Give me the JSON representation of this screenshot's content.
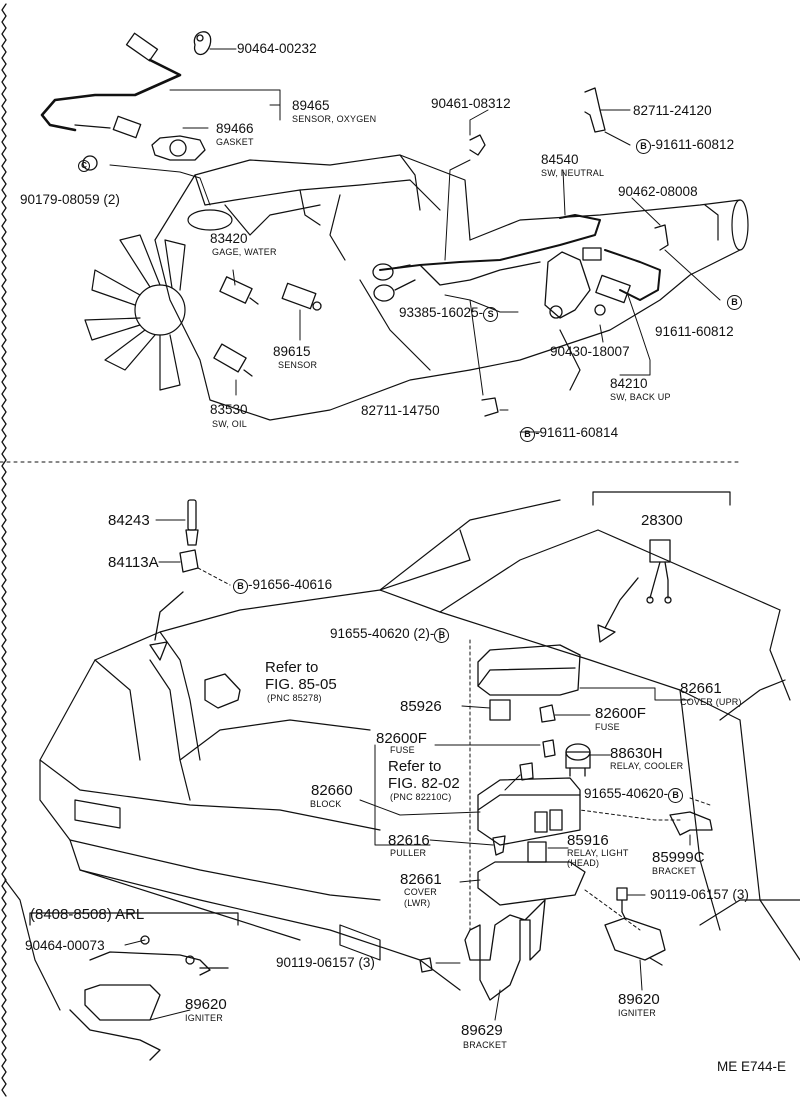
{
  "parts": {
    "p90464_00232": "90464-00232",
    "p89465": "89465",
    "p89465_name": "SENSOR, OXYGEN",
    "p89466": "89466",
    "p89466_name": "GASKET",
    "p90179_08059": "90179-08059 (2)",
    "p83420": "83420",
    "p83420_name": "GAGE, WATER",
    "p89615": "89615",
    "p89615_name": "SENSOR",
    "p83530": "83530",
    "p83530_name": "SW, OIL",
    "p90461_08312": "90461-08312",
    "p82711_24120": "82711-24120",
    "p91611_60812_a": "91611-60812",
    "p84540": "84540",
    "p84540_name": "SW, NEUTRAL",
    "p90462_08008": "90462-08008",
    "p91611_60812_b": "91611-60812",
    "p93385_16025": "93385-16025",
    "p90430_18007": "90430-18007",
    "p84210": "84210",
    "p84210_name": "SW, BACK UP",
    "p82711_14750": "82711-14750",
    "p91611_60814": "91611-60814",
    "p84243": "84243",
    "p84113A": "84113A",
    "p91656_40616": "91656-40616",
    "p28300": "28300",
    "p91655_40620_2": "91655-40620 (2)",
    "refer_to_a": "Refer to",
    "fig_85_05": "FIG. 85-05",
    "pnc_85278": "(PNC 85278)",
    "p82661_upr": "82661",
    "p82661_upr_name": "COVER (UPR)",
    "p85926": "85926",
    "p82600F_a": "82600F",
    "p82600F_a_name": "FUSE",
    "p82600F_b": "82600F",
    "p82600F_b_name": "FUSE",
    "p88630H": "88630H",
    "p88630H_name": "RELAY, COOLER",
    "refer_to_b": "Refer to",
    "fig_82_02": "FIG. 82-02",
    "pnc_82210C": "(PNC 82210C)",
    "p82660": "82660",
    "p82660_name": "BLOCK",
    "p91655_40620": "91655-40620",
    "p82616": "82616",
    "p82616_name": "PULLER",
    "p85916": "85916",
    "p85916_name": "RELAY, LIGHT",
    "p85916_name2": "(HEAD)",
    "p85999C": "85999C",
    "p85999C_name": "BRACKET",
    "p82661_lwr": "82661",
    "p82661_lwr_name": "COVER",
    "p82661_lwr_name2": "(LWR)",
    "p90119_06157_3a": "90119-06157 (3)",
    "p90119_06157_3b": "90119-06157 (3)",
    "arl_range": "(8408-8508) ARL",
    "p90464_00073": "90464-00073",
    "p89620_a": "89620",
    "p89620_a_name": "IGNITER",
    "p89620_b": "89620",
    "p89620_b_name": "IGNITER",
    "p89629": "89629",
    "p89629_name": "BRACKET",
    "figure_code": "ME E744-E"
  },
  "markers": {
    "b": "B",
    "s": "S",
    "c": "C"
  }
}
